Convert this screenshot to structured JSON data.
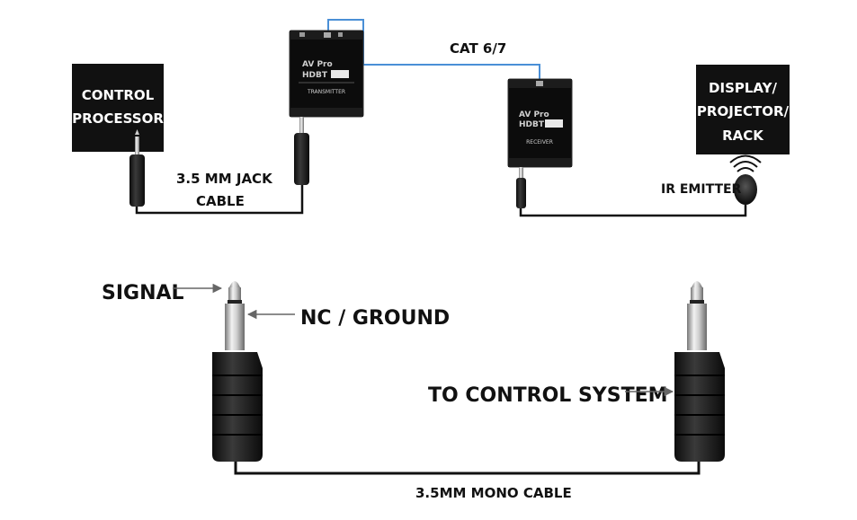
{
  "top": {
    "control_box": [
      "CONTROL",
      "PROCESSOR"
    ],
    "display_box": [
      "DISPLAY/",
      "PROJECTOR/",
      "RACK"
    ],
    "cat_label": "CAT 6/7",
    "jack_cable_label": [
      "3.5 MM JACK",
      "CABLE"
    ],
    "ir_emitter_label": "IR EMITTER",
    "transmitter": {
      "brand": "AV Pro",
      "logo": "HDBT",
      "label": "TRANSMITTER"
    },
    "receiver": {
      "brand": "AV Pro",
      "logo": "HDBT",
      "label": "RECEIVER"
    }
  },
  "bottom": {
    "signal_label": "SIGNAL",
    "nc_ground_label": "NC / GROUND",
    "to_control_label": "TO CONTROL SYSTEM",
    "mono_cable_label": "3.5MM MONO CABLE"
  },
  "colors": {
    "cat_cable": "#4a8fd6",
    "box_fill": "#111111",
    "cable": "#111111"
  }
}
